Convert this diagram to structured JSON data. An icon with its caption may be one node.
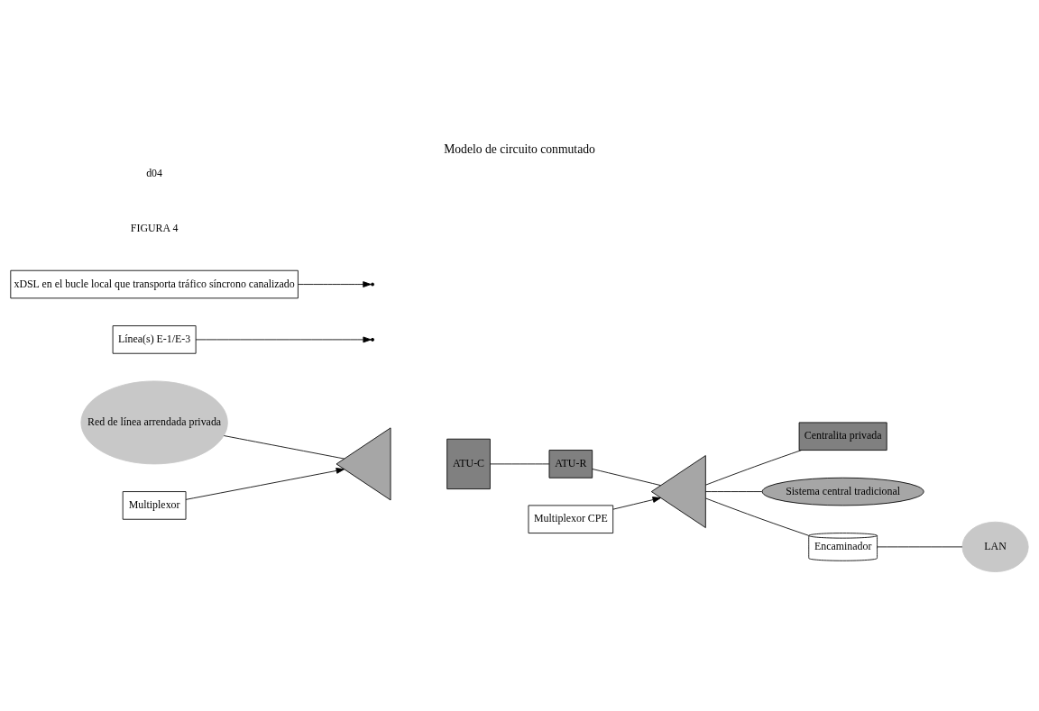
{
  "diagram": {
    "title": "Modelo de circuito conmutado",
    "nodes": [
      {
        "text": [
          "Red de línea arrendada privada"
        ]
      },
      {
        "text": [],
        "shape": "triangle"
      },
      {
        "text": [
          "ATU-C"
        ]
      },
      {
        "text": [
          "ATU-R"
        ]
      },
      {
        "text": [],
        "shape": "triangle"
      },
      {
        "text": [
          "Centralita privada"
        ]
      },
      {
        "text": [
          "Sistema central tradicional"
        ]
      },
      {
        "text": [
          "Encaminador"
        ]
      },
      {
        "text": [
          "LAN"
        ]
      },
      {
        "text": [
          "Línea(s) E-1/E-3"
        ]
      },
      {
        "text": [
          "Multiplexor"
        ]
      },
      {
        "text": [
          "xDSL en el bucle local que transporta tráfico síncrono canalizado"
        ]
      },
      {
        "text": [
          "Multiplexor CPE"
        ]
      }
    ],
    "edges": [
      {
        "from": 0,
        "to": 1,
        "arrow": "none"
      },
      {
        "from": 2,
        "to": 3,
        "arrow": "none"
      },
      {
        "from": 3,
        "to": 4,
        "arrow": "none"
      },
      {
        "from": 4,
        "to": 5,
        "arrow": "none"
      },
      {
        "from": 4,
        "to": 6,
        "arrow": "none"
      },
      {
        "from": 4,
        "to": 7,
        "arrow": "none"
      },
      {
        "from": 7,
        "to": 8,
        "arrow": "none"
      },
      {
        "from": 9,
        "to": null,
        "arrow": "to"
      },
      {
        "from": 10,
        "to": 1,
        "arrow": "to"
      },
      {
        "from": 11,
        "to": null,
        "arrow": "to"
      },
      {
        "from": 12,
        "to": 4,
        "arrow": "to"
      }
    ],
    "labels": [
      "FIGURA 4",
      "d04"
    ]
  }
}
